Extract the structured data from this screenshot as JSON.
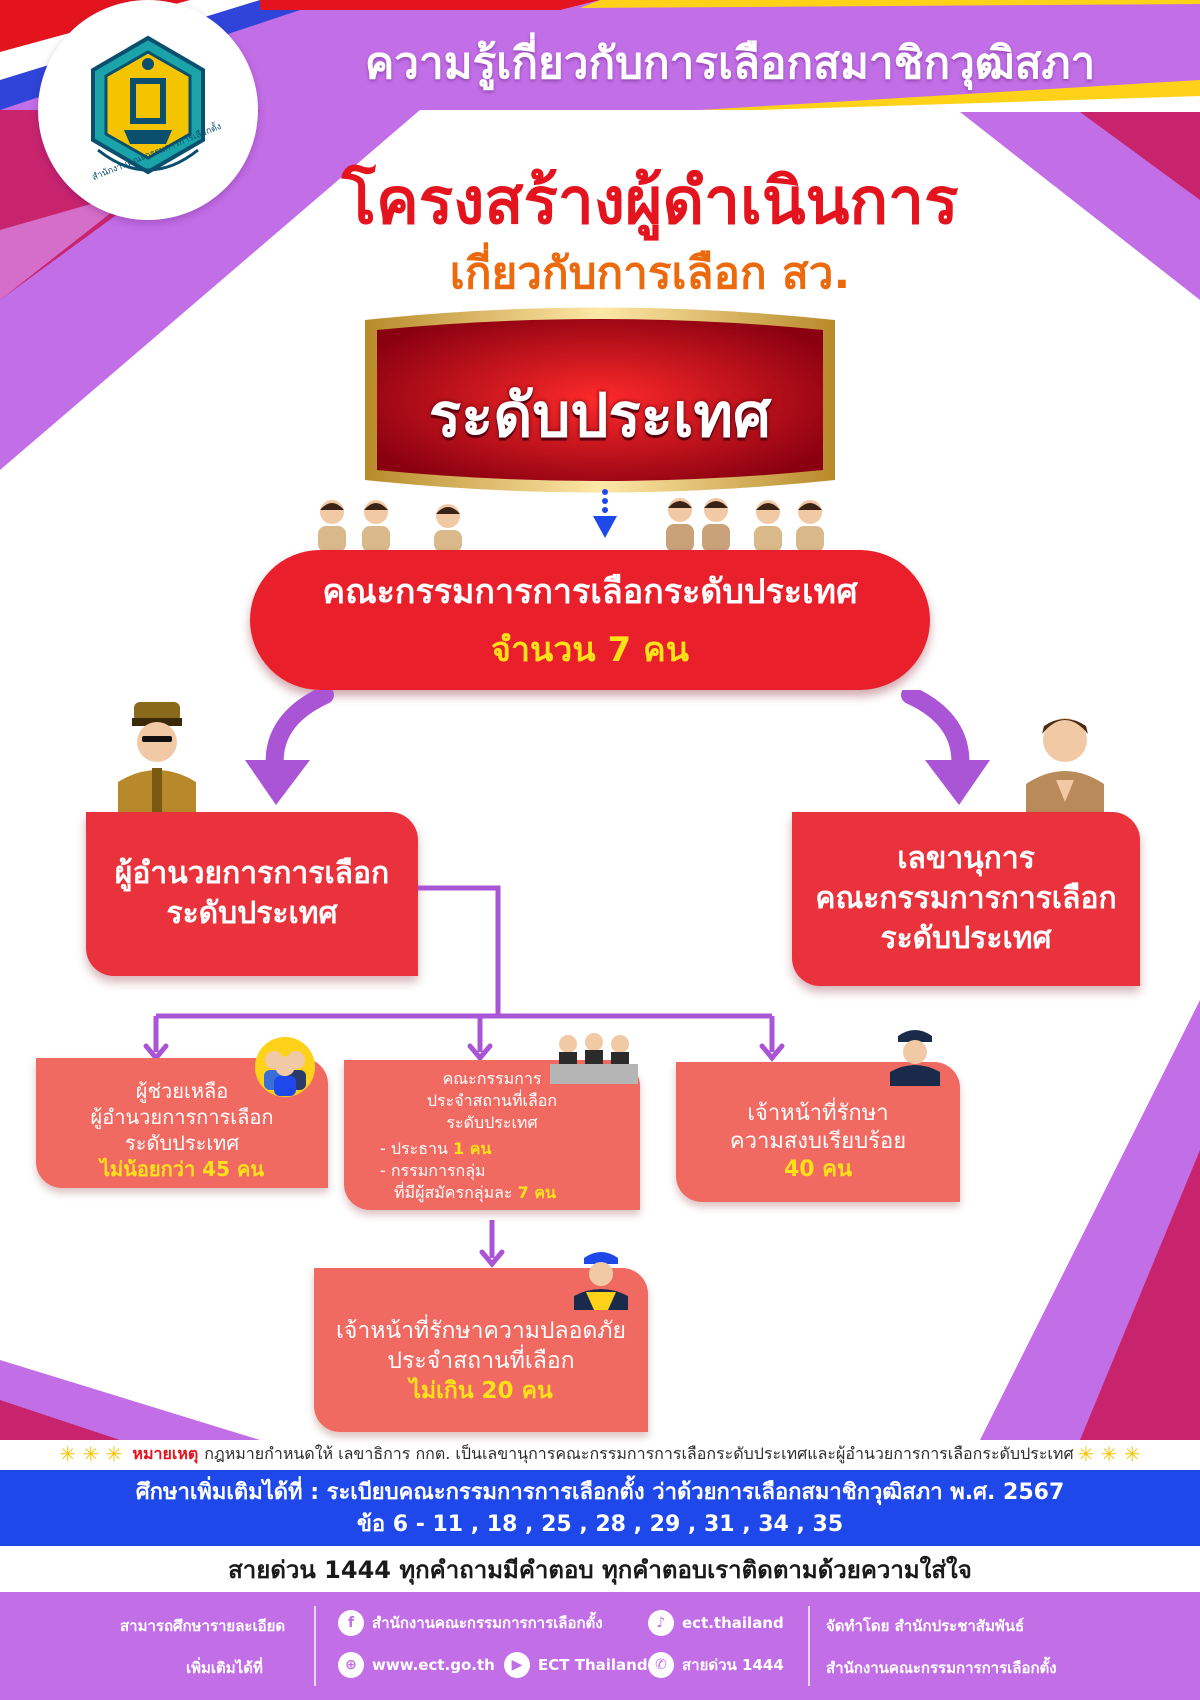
{
  "header": {
    "title": "ความรู้เกี่ยวกับการเลือกสมาชิกวุฒิสภา",
    "logo_caption": "สำนักงานคณะกรรมการการเลือกตั้ง"
  },
  "title": {
    "main": "โครงสร้างผู้ดำเนินการ",
    "sub": "เกี่ยวกับการเลือก สว."
  },
  "banner": {
    "label": "ระดับประเทศ"
  },
  "committee": {
    "title": "คณะกรรมการการเลือกระดับประเทศ",
    "count": "จำนวน 7 คน"
  },
  "director": {
    "line1": "ผู้อำนวยการการเลือก",
    "line2": "ระดับประเทศ"
  },
  "secretary": {
    "line1": "เลขานุการ",
    "line2": "คณะกรรมการการเลือก",
    "line3": "ระดับประเทศ"
  },
  "assistants": {
    "line1": "ผู้ช่วยเหลือ",
    "line2": "ผู้อำนวยการการเลือก",
    "line3": "ระดับประเทศ",
    "count": "ไม่น้อยกว่า 45  คน"
  },
  "station_committee": {
    "line1": "คณะกรรมการ",
    "line2": "ประจำสถานที่เลือก",
    "line3": "ระดับประเทศ",
    "chair_prefix": "- ประธาน ",
    "chair_count": "1 คน",
    "group_prefix": "- กรรมการกลุ่ม",
    "group_line2": "ที่มีผู้สมัครกลุ่มละ ",
    "group_count": "7 คน"
  },
  "peace_officers": {
    "line1": "เจ้าหน้าที่รักษา",
    "line2": "ความสงบเรียบร้อย",
    "count": "40 คน"
  },
  "security_officers": {
    "line1": "เจ้าหน้าที่รักษาความปลอดภัย",
    "line2": "ประจำสถานที่เลือก",
    "count": "ไม่เกิน 20 คน"
  },
  "note": {
    "label": "หมายเหตุ",
    "text": "กฎหมายกำหนดให้ เลขาธิการ กกต. เป็นเลขานุการคณะกรรมการการเลือกระดับประเทศและผู้อำนวยการการเลือกระดับประเทศ",
    "stars": "✳ ✳ ✳"
  },
  "reference": {
    "line1": "ศึกษาเพิ่มเติมได้ที่ : ระเบียบคณะกรรมการการเลือกตั้ง ว่าด้วยการเลือกสมาชิกวุฒิสภา พ.ศ. 2567",
    "line2": "ข้อ 6 - 11 , 18 , 25 , 28 , 29 , 31 , 34 , 35"
  },
  "hotline_text": "สายด่วน 1444 ทุกคำถามมีคำตอบ ทุกคำตอบเราติดตามด้วยความใส่ใจ",
  "footer": {
    "more_line1": "สามารถศึกษารายละเอียด",
    "more_line2": "เพิ่มเติมได้ที่",
    "facebook": "สำนักงานคณะกรรมการการเลือกตั้ง",
    "tiktok": "ect.thailand",
    "website": "www.ect.go.th",
    "youtube": "ECT Thailand",
    "phone": "สายด่วน 1444",
    "made_by_line1": "จัดทำโดย สำนักประชาสัมพันธ์",
    "made_by_line2": "สำนักงานคณะกรรมการการเลือกตั้ง"
  },
  "colors": {
    "purple": "#c26ee6",
    "magenta": "#c8246e",
    "red": "#ea1f2c",
    "salmon": "#f06a62",
    "yellow": "#ffe11a",
    "blue": "#1f48ea",
    "connector": "#a955d6"
  },
  "icons": [
    "person-wai-icon",
    "officer-icon",
    "group-icon",
    "meeting-icon",
    "police-icon",
    "guard-icon",
    "facebook-icon",
    "tiktok-icon",
    "globe-icon",
    "youtube-icon",
    "phone-icon"
  ]
}
